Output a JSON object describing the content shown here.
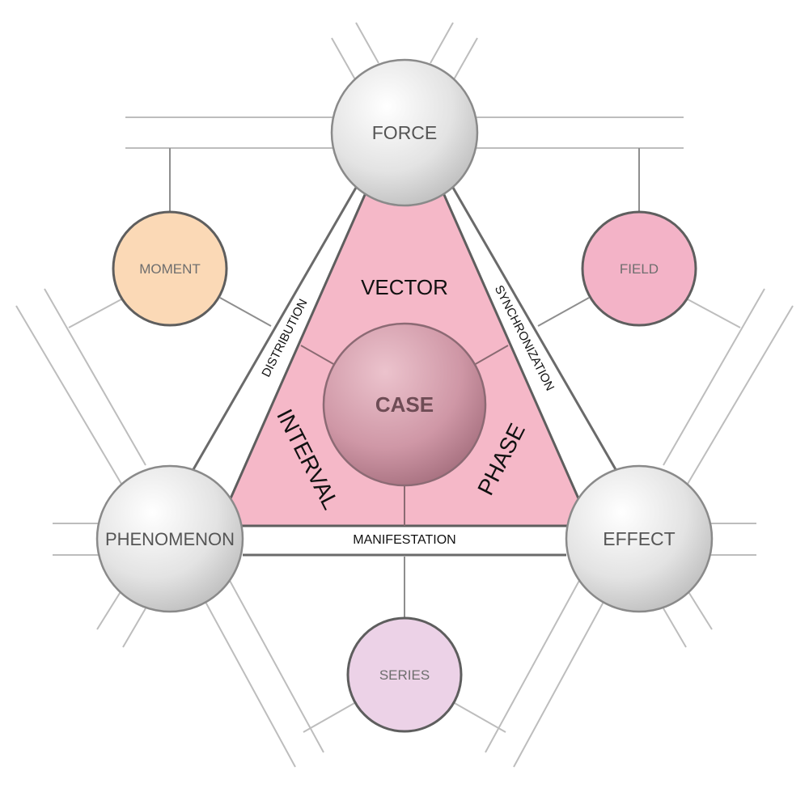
{
  "center": {
    "label": "CASE"
  },
  "triangle_regions": {
    "top": "VECTOR",
    "left": "INTERVAL",
    "right": "PHASE"
  },
  "edges": {
    "left": "DISTRIBUTION",
    "right": "SYNCHRONIZATION",
    "bottom": "MANIFESTATION"
  },
  "vertices": {
    "top": "FORCE",
    "left": "PHENOMENON",
    "right": "EFFECT"
  },
  "satellites": {
    "moment": "MOMENT",
    "field": "FIELD",
    "series": "SERIES"
  },
  "colors": {
    "triangle_fill": "#f5b8c8",
    "moment_fill": "#fbd9b6",
    "field_fill": "#f3b3c7",
    "series_fill": "#ecd2e7",
    "case_fill": "#c98f9e",
    "vertex_fill": "#d9d9d9"
  }
}
